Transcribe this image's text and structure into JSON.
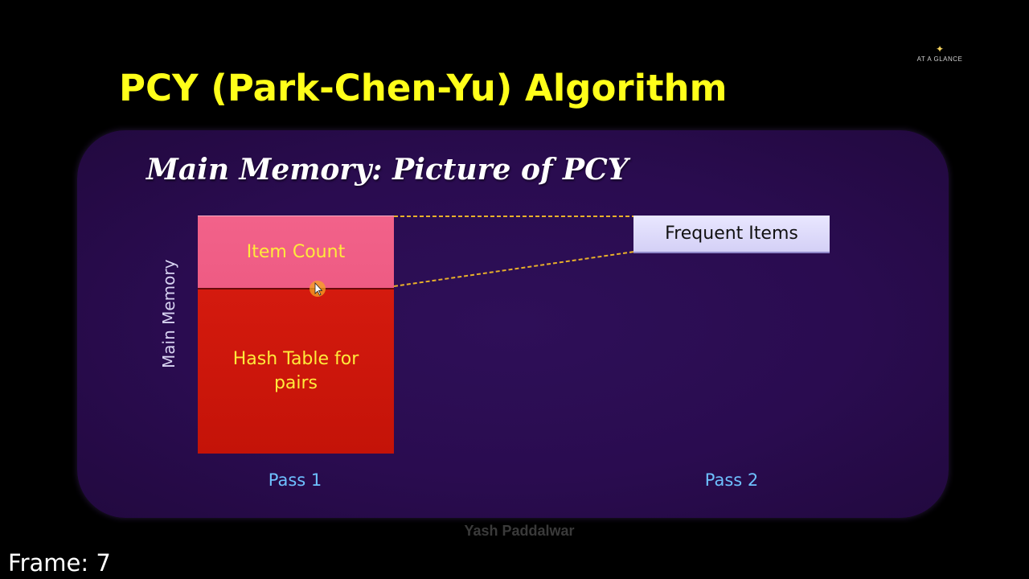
{
  "logo": {
    "star_icon": "sparkle-icon",
    "text": "AT A GLANCE"
  },
  "slide": {
    "title": "PCY (Park-Chen-Yu) Algorithm",
    "subtitle": "Main Memory: Picture of PCY",
    "axis_label": "Main Memory"
  },
  "pass1": {
    "item_count_label": "Item Count",
    "hash_table_label": "Hash Table for pairs",
    "pass_label": "Pass 1"
  },
  "pass2": {
    "frequent_items_label": "Frequent Items",
    "pass_label": "Pass 2"
  },
  "footer": {
    "author": "Yash Paddalwar",
    "frame_text": "Frame:  7"
  },
  "colors": {
    "title": "#ffff1a",
    "panel": "#2a0d52",
    "item_count_box": "#f2628a",
    "hash_table_box": "#d41a0e",
    "frequent_items_box": "#e0ddfb",
    "pass_label": "#6ec1ff",
    "connector": "#e8b02a"
  }
}
